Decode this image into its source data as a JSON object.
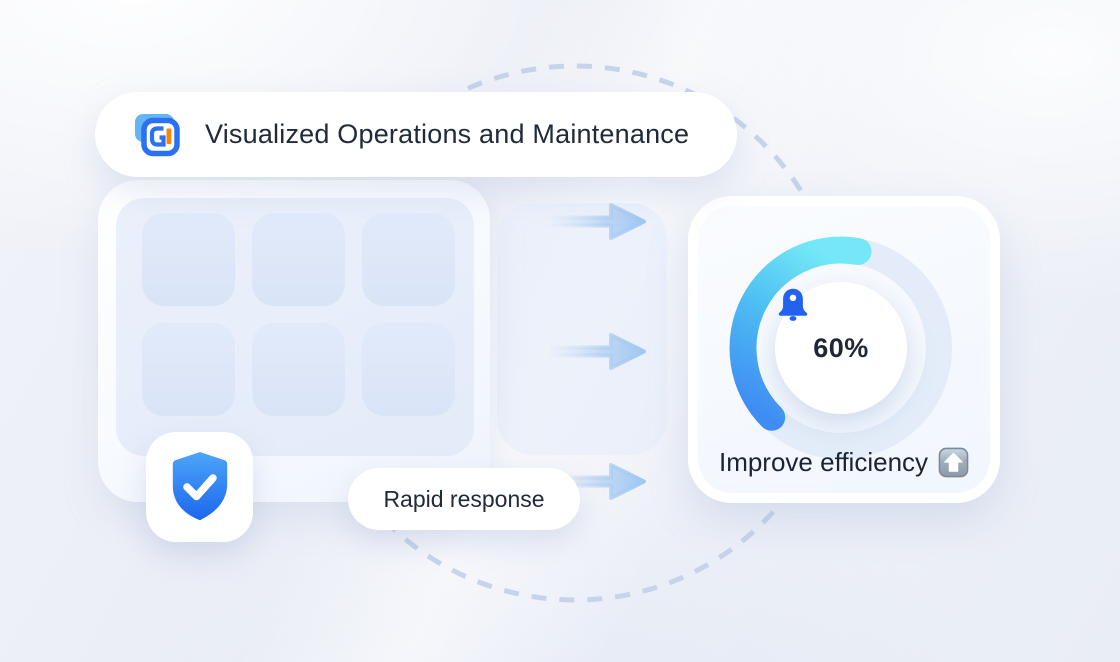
{
  "header": {
    "title": "Visualized Operations and Maintenance",
    "logo_icon": "monitor-chart-logo-icon"
  },
  "left_card": {
    "tile_count": 6,
    "badge_icon": "shield-check-icon"
  },
  "flow": {
    "arrow_icon": "arrow-right-icon",
    "arrow_count": 3,
    "rapid_response_label": "Rapid response"
  },
  "result_card": {
    "gauge": {
      "type": "gauge",
      "percent": 60,
      "percent_label": "60%",
      "center_icon": "bell-icon"
    },
    "caption": "Improve efficiency",
    "caption_icon": "up-arrow-emoji-icon"
  },
  "colors": {
    "primary_blue": "#2262ef",
    "arc_start": "#3f8df3",
    "arc_end": "#74e8f8",
    "track": "#e3ecf8",
    "shield_top": "#4da5f8",
    "shield_bottom": "#1c66ee",
    "logo_orange": "#f6850e",
    "arrow_blue": "#9fc8f3",
    "text_dark": "#202a3a",
    "dash_ring": "#c2cfe8"
  }
}
